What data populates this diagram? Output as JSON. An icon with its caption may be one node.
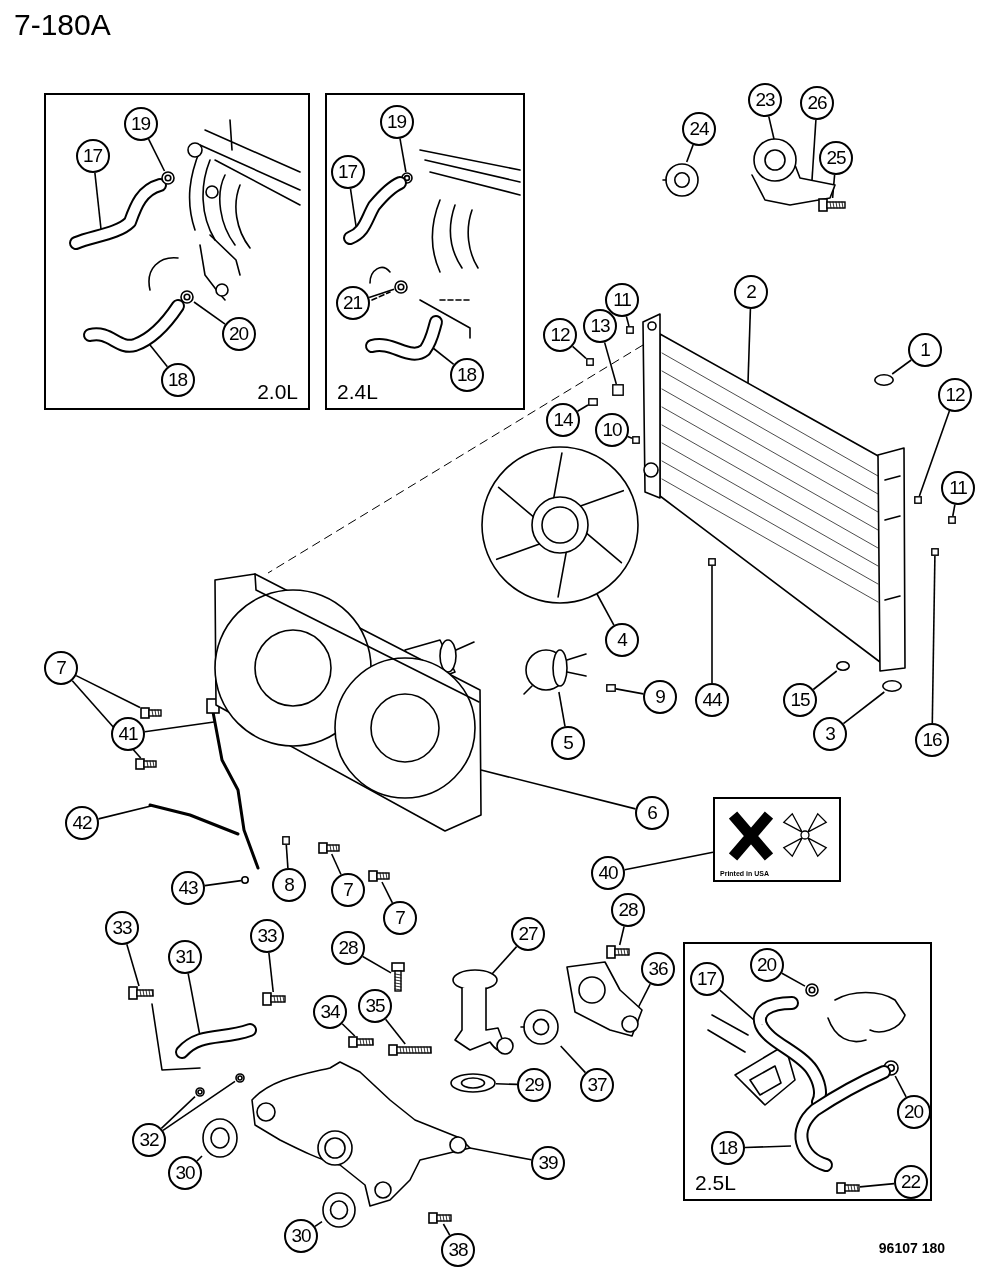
{
  "diagram": {
    "title": "7-180A",
    "nodes": [
      {
        "text": [
          "2.0L"
        ]
      },
      {
        "text": [
          "17"
        ],
        "in": 0
      },
      {
        "text": [
          "19"
        ],
        "in": 0
      },
      {
        "text": [
          "20"
        ],
        "in": 0
      },
      {
        "text": [
          "18"
        ],
        "in": 0
      },
      {
        "text": [
          "2.4L"
        ]
      },
      {
        "text": [
          "19"
        ],
        "in": 5
      },
      {
        "text": [
          "17"
        ],
        "in": 5
      },
      {
        "text": [
          "21"
        ],
        "in": 5
      },
      {
        "text": [
          "18"
        ],
        "in": 5
      },
      {
        "text": [
          "24"
        ]
      },
      {
        "text": [
          "23"
        ]
      },
      {
        "text": [
          "26"
        ]
      },
      {
        "text": [
          "25"
        ]
      },
      {
        "text": [
          "11"
        ]
      },
      {
        "text": [
          "13"
        ]
      },
      {
        "text": [
          "2"
        ]
      },
      {
        "text": [
          "12"
        ]
      },
      {
        "text": [
          "1"
        ]
      },
      {
        "text": [
          "14"
        ]
      },
      {
        "text": [
          "12"
        ]
      },
      {
        "text": [
          "10"
        ]
      },
      {
        "text": [
          "11"
        ]
      },
      {
        "text": [
          "4"
        ]
      },
      {
        "text": [
          "44"
        ]
      },
      {
        "text": [
          "15"
        ]
      },
      {
        "text": [
          "7"
        ]
      },
      {
        "text": [
          "9"
        ]
      },
      {
        "text": [
          "16"
        ]
      },
      {
        "text": [
          "3"
        ]
      },
      {
        "text": [
          "5"
        ]
      },
      {
        "text": [
          "41"
        ]
      },
      {
        "text": [
          "6"
        ]
      },
      {
        "text": [
          "42"
        ]
      },
      {
        "text": [
          "8"
        ]
      },
      {
        "text": [
          "7"
        ]
      },
      {
        "text": [
          "43"
        ]
      },
      {
        "text": [
          "7"
        ]
      },
      {
        "text": [
          "40"
        ]
      },
      {
        "text": [
          "Printed in USA"
        ]
      },
      {
        "text": [
          "33"
        ]
      },
      {
        "text": [
          "31"
        ]
      },
      {
        "text": [
          "33"
        ]
      },
      {
        "text": [
          "28"
        ]
      },
      {
        "text": [
          "27"
        ]
      },
      {
        "text": [
          "28"
        ]
      },
      {
        "text": [
          "36"
        ]
      },
      {
        "text": [
          "34"
        ]
      },
      {
        "text": [
          "35"
        ]
      },
      {
        "text": [
          "29"
        ]
      },
      {
        "text": [
          "37"
        ]
      },
      {
        "text": [
          "32"
        ]
      },
      {
        "text": [
          "30"
        ]
      },
      {
        "text": [
          "39"
        ]
      },
      {
        "text": [
          "30"
        ]
      },
      {
        "text": [
          "38"
        ]
      },
      {
        "text": [
          "2.5L"
        ]
      },
      {
        "text": [
          "17"
        ],
        "in": 56
      },
      {
        "text": [
          "20"
        ],
        "in": 56
      },
      {
        "text": [
          "20"
        ],
        "in": 56
      },
      {
        "text": [
          "18"
        ],
        "in": 56
      },
      {
        "text": [
          "22"
        ],
        "in": 56
      },
      {
        "text": [],
        "shape": "picture",
        "in": 0
      },
      {
        "text": [],
        "shape": "picture",
        "in": 0
      },
      {
        "text": [],
        "shape": "picture",
        "in": 0
      },
      {
        "text": [],
        "shape": "picture",
        "in": 0
      },
      {
        "text": [],
        "shape": "picture",
        "in": 5
      },
      {
        "text": [],
        "shape": "picture",
        "in": 5
      },
      {
        "text": [],
        "shape": "picture",
        "in": 5
      },
      {
        "text": [],
        "shape": "picture",
        "in": 5
      },
      {
        "text": [],
        "shape": "picture"
      },
      {
        "text": [],
        "shape": "picture"
      },
      {
        "text": [],
        "shape": "picture"
      },
      {
        "text": [],
        "shape": "box"
      },
      {
        "text": [],
        "shape": "box"
      },
      {
        "text": [],
        "shape": "picture"
      },
      {
        "text": [],
        "shape": "box"
      },
      {
        "text": [],
        "shape": "circle"
      },
      {
        "text": [],
        "shape": "box"
      },
      {
        "text": [],
        "shape": "box"
      },
      {
        "text": [],
        "shape": "box"
      },
      {
        "text": [],
        "shape": "box"
      },
      {
        "text": [],
        "shape": "picture"
      },
      {
        "text": [],
        "shape": "box",
        "in": 75
      },
      {
        "text": [],
        "shape": "circle",
        "in": 75
      },
      {
        "text": [],
        "shape": "picture"
      },
      {
        "text": [],
        "shape": "picture"
      },
      {
        "text": [],
        "shape": "box"
      },
      {
        "text": [],
        "shape": "box"
      },
      {
        "text": [],
        "shape": "circle"
      },
      {
        "text": [],
        "shape": "picture"
      },
      {
        "text": [],
        "shape": "picture"
      },
      {
        "text": [],
        "shape": "picture"
      },
      {
        "text": [],
        "shape": "picture"
      },
      {
        "text": [],
        "shape": "box"
      },
      {
        "text": [],
        "shape": "picture"
      },
      {
        "text": [],
        "shape": "circle"
      },
      {
        "text": [],
        "shape": "picture"
      },
      {
        "text": [],
        "shape": "picture"
      },
      {
        "text": [],
        "shape": "picture"
      },
      {
        "text": [],
        "shape": "picture"
      },
      {
        "text": [],
        "shape": "picture"
      },
      {
        "text": [],
        "shape": "picture"
      },
      {
        "text": [],
        "shape": "picture"
      },
      {
        "text": [],
        "shape": "picture"
      },
      {
        "text": [],
        "shape": "picture"
      },
      {
        "text": [],
        "shape": "picture"
      },
      {
        "text": [],
        "shape": "picture"
      },
      {
        "text": [],
        "shape": "picture"
      },
      {
        "text": [],
        "shape": "picture"
      },
      {
        "text": [],
        "shape": "picture"
      },
      {
        "text": [],
        "shape": "picture"
      },
      {
        "text": [],
        "shape": "picture"
      },
      {
        "text": [],
        "shape": "picture"
      },
      {
        "text": [],
        "shape": "picture"
      },
      {
        "text": [],
        "shape": "picture",
        "in": 56
      },
      {
        "text": [],
        "shape": "picture",
        "in": 56
      },
      {
        "text": [],
        "shape": "picture",
        "in": 56
      },
      {
        "text": [],
        "shape": "picture",
        "in": 56
      },
      {
        "text": [],
        "shape": "picture",
        "in": 56
      }
    ],
    "edges": [
      {
        "from": 1,
        "to": 62,
        "arrow": "none"
      },
      {
        "from": 2,
        "to": 63,
        "arrow": "none"
      },
      {
        "from": 3,
        "to": 64,
        "arrow": "none"
      },
      {
        "from": 4,
        "to": 65,
        "arrow": "none"
      },
      {
        "from": 6,
        "to": 66,
        "arrow": "none"
      },
      {
        "from": 7,
        "to": 67,
        "arrow": "none"
      },
      {
        "from": 8,
        "to": 68,
        "arrow": "none"
      },
      {
        "from": 9,
        "to": 69,
        "arrow": "none"
      },
      {
        "from": 10,
        "to": 70,
        "arrow": "none"
      },
      {
        "from": 11,
        "to": 71,
        "arrow": "none"
      },
      {
        "from": 12,
        "to": 71,
        "arrow": "none"
      },
      {
        "from": 13,
        "to": 72,
        "arrow": "none"
      },
      {
        "from": 14,
        "to": 73,
        "arrow": "none"
      },
      {
        "from": 15,
        "to": 74,
        "arrow": "none"
      },
      {
        "from": 16,
        "to": 75,
        "arrow": "none"
      },
      {
        "from": 17,
        "to": 76,
        "arrow": "none"
      },
      {
        "from": 18,
        "to": 77,
        "arrow": "none"
      },
      {
        "from": 19,
        "to": 78,
        "arrow": "none"
      },
      {
        "from": 20,
        "to": 79,
        "arrow": "none"
      },
      {
        "from": 21,
        "to": 80,
        "arrow": "none"
      },
      {
        "from": 22,
        "to": 81,
        "arrow": "none"
      },
      {
        "from": 23,
        "to": 82,
        "arrow": "none"
      },
      {
        "from": 24,
        "to": 83,
        "arrow": "none"
      },
      {
        "from": 25,
        "to": 84,
        "arrow": "none"
      },
      {
        "from": 26,
        "to": 85,
        "arrow": "none"
      },
      {
        "from": 26,
        "to": 86,
        "arrow": "none"
      },
      {
        "from": 27,
        "to": 87,
        "arrow": "none"
      },
      {
        "from": 28,
        "to": 88,
        "arrow": "none"
      },
      {
        "from": 29,
        "to": 89,
        "arrow": "none"
      },
      {
        "from": 30,
        "to": 90,
        "arrow": "none"
      },
      {
        "from": 31,
        "to": 91,
        "arrow": "none"
      },
      {
        "from": 32,
        "to": 92,
        "arrow": "none"
      },
      {
        "from": 33,
        "to": 93,
        "arrow": "none"
      },
      {
        "from": 34,
        "to": 94,
        "arrow": "none"
      },
      {
        "from": 35,
        "to": 95,
        "arrow": "none"
      },
      {
        "from": 36,
        "to": 96,
        "arrow": "none"
      },
      {
        "from": 37,
        "to": 97,
        "arrow": "none"
      },
      {
        "from": 38,
        "to": 39,
        "arrow": "none"
      },
      {
        "from": 40,
        "to": 98,
        "arrow": "none"
      },
      {
        "from": 41,
        "to": 99,
        "arrow": "none"
      },
      {
        "from": 42,
        "to": 100,
        "arrow": "none"
      },
      {
        "from": 43,
        "to": 101,
        "arrow": "none"
      },
      {
        "from": 44,
        "to": 102,
        "arrow": "none"
      },
      {
        "from": 45,
        "to": 103,
        "arrow": "none"
      },
      {
        "from": 46,
        "to": 104,
        "arrow": "none"
      },
      {
        "from": 47,
        "to": 105,
        "arrow": "none"
      },
      {
        "from": 48,
        "to": 106,
        "arrow": "none"
      },
      {
        "from": 49,
        "to": 107,
        "arrow": "none"
      },
      {
        "from": 50,
        "to": 108,
        "arrow": "none"
      },
      {
        "from": 51,
        "to": 109,
        "arrow": "none"
      },
      {
        "from": 51,
        "to": 110,
        "arrow": "none"
      },
      {
        "from": 52,
        "to": 111,
        "arrow": "none"
      },
      {
        "from": 53,
        "to": 112,
        "arrow": "none"
      },
      {
        "from": 54,
        "to": 113,
        "arrow": "none"
      },
      {
        "from": 55,
        "to": 114,
        "arrow": "none"
      },
      {
        "from": 57,
        "to": 115,
        "arrow": "none"
      },
      {
        "from": 58,
        "to": 116,
        "arrow": "none"
      },
      {
        "from": 59,
        "to": 117,
        "arrow": "none"
      },
      {
        "from": 60,
        "to": 118,
        "arrow": "none"
      },
      {
        "from": 61,
        "to": 119,
        "arrow": "none"
      },
      {
        "from": 75,
        "to": 92,
        "arrow": "none",
        "style": "dashed"
      }
    ],
    "labels": [
      "96107 180"
    ]
  }
}
